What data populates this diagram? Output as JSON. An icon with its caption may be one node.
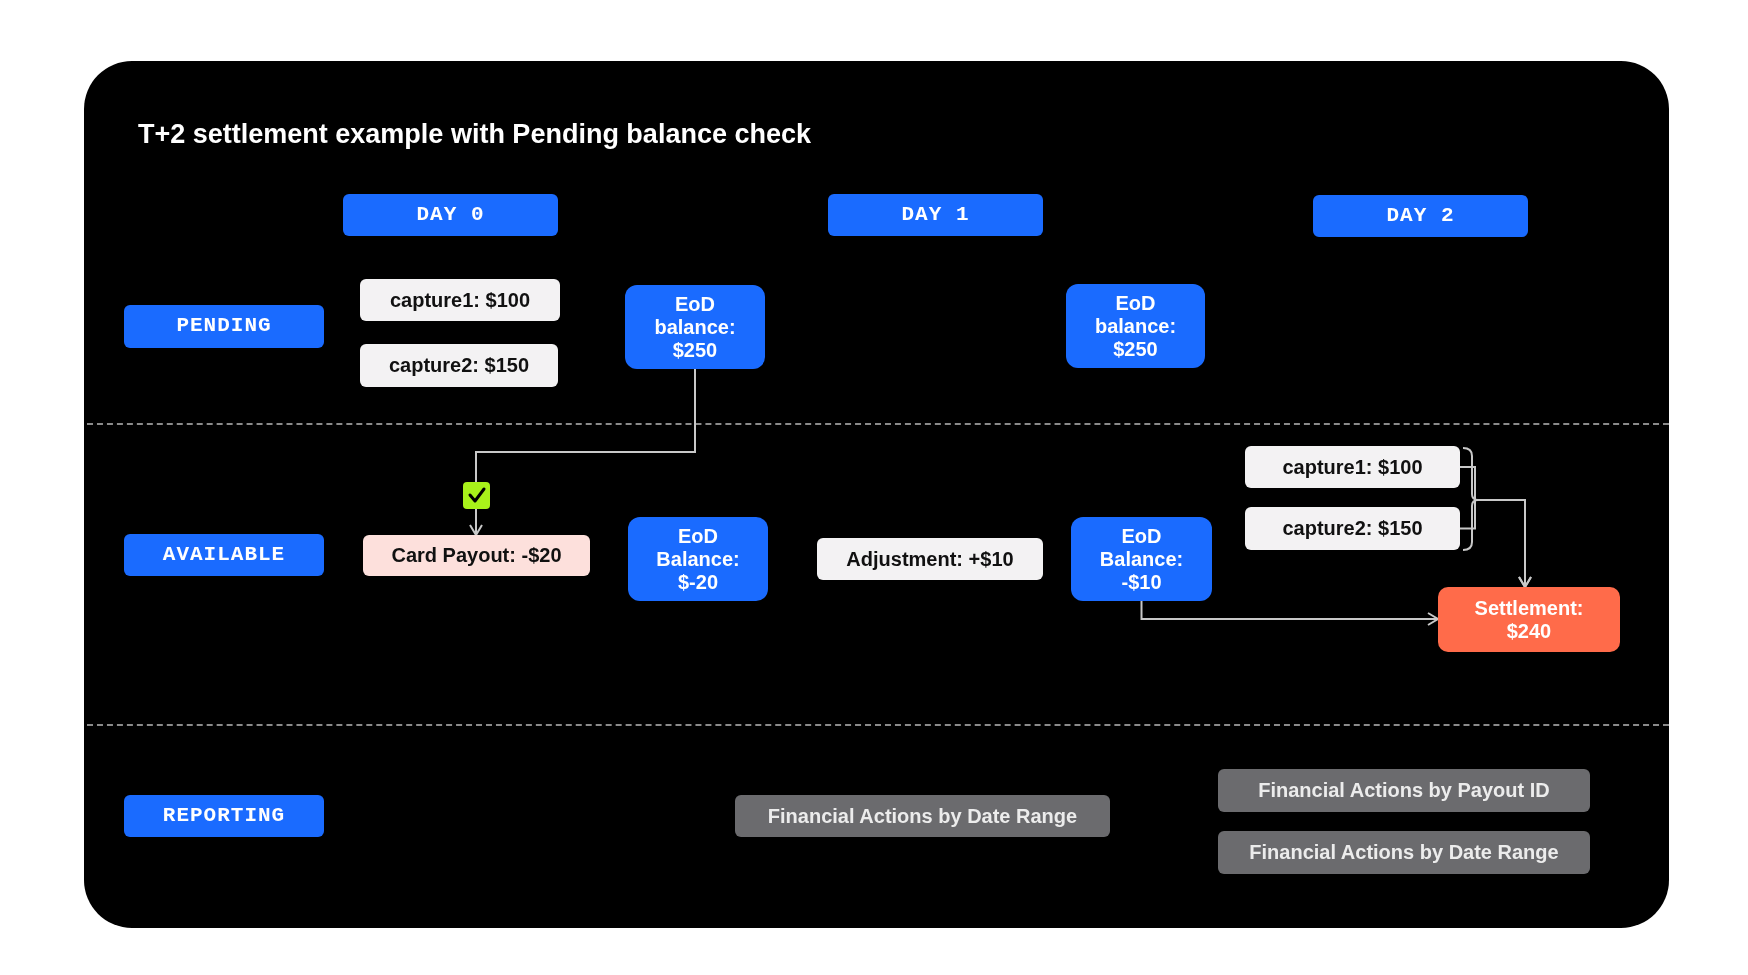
{
  "diagram": {
    "title": "T+2 settlement example with Pending balance check",
    "nodes": [
      {
        "text": [
          "DAY 0"
        ]
      },
      {
        "text": [
          "DAY 1"
        ]
      },
      {
        "text": [
          "DAY 2"
        ]
      },
      {
        "text": [
          "PENDING"
        ]
      },
      {
        "text": [
          "capture1: $100"
        ]
      },
      {
        "text": [
          "capture2: $150"
        ]
      },
      {
        "text": [
          "EoD balance: $250"
        ]
      },
      {
        "text": [
          "EoD balance: $250"
        ]
      },
      {
        "text": [
          "capture1: $100"
        ]
      },
      {
        "text": [
          "AVAILABLE"
        ]
      },
      {
        "text": [
          "Card Payout: -$20"
        ]
      },
      {
        "text": [
          "EoD Balance: $-20"
        ]
      },
      {
        "text": [
          "Adjustment: +$10"
        ]
      },
      {
        "text": [
          "EoD Balance: -$10"
        ]
      },
      {
        "text": [
          "capture2: $150"
        ]
      },
      {
        "text": [
          "Settlement: $240"
        ]
      },
      {
        "text": [
          "Financial Actions by Payout ID"
        ]
      },
      {
        "text": [
          "REPORTING"
        ]
      },
      {
        "text": [
          "Financial Actions by Date Range"
        ]
      },
      {
        "text": [
          "Financial Actions by Date Range"
        ]
      }
    ],
    "edges": [
      {
        "from": 6,
        "to": 10,
        "arrow": "to"
      },
      {
        "from": 8,
        "to": 15,
        "arrow": "to"
      },
      {
        "from": 14,
        "to": 15,
        "arrow": "to"
      },
      {
        "from": 13,
        "to": 15,
        "arrow": "to"
      }
    ]
  }
}
